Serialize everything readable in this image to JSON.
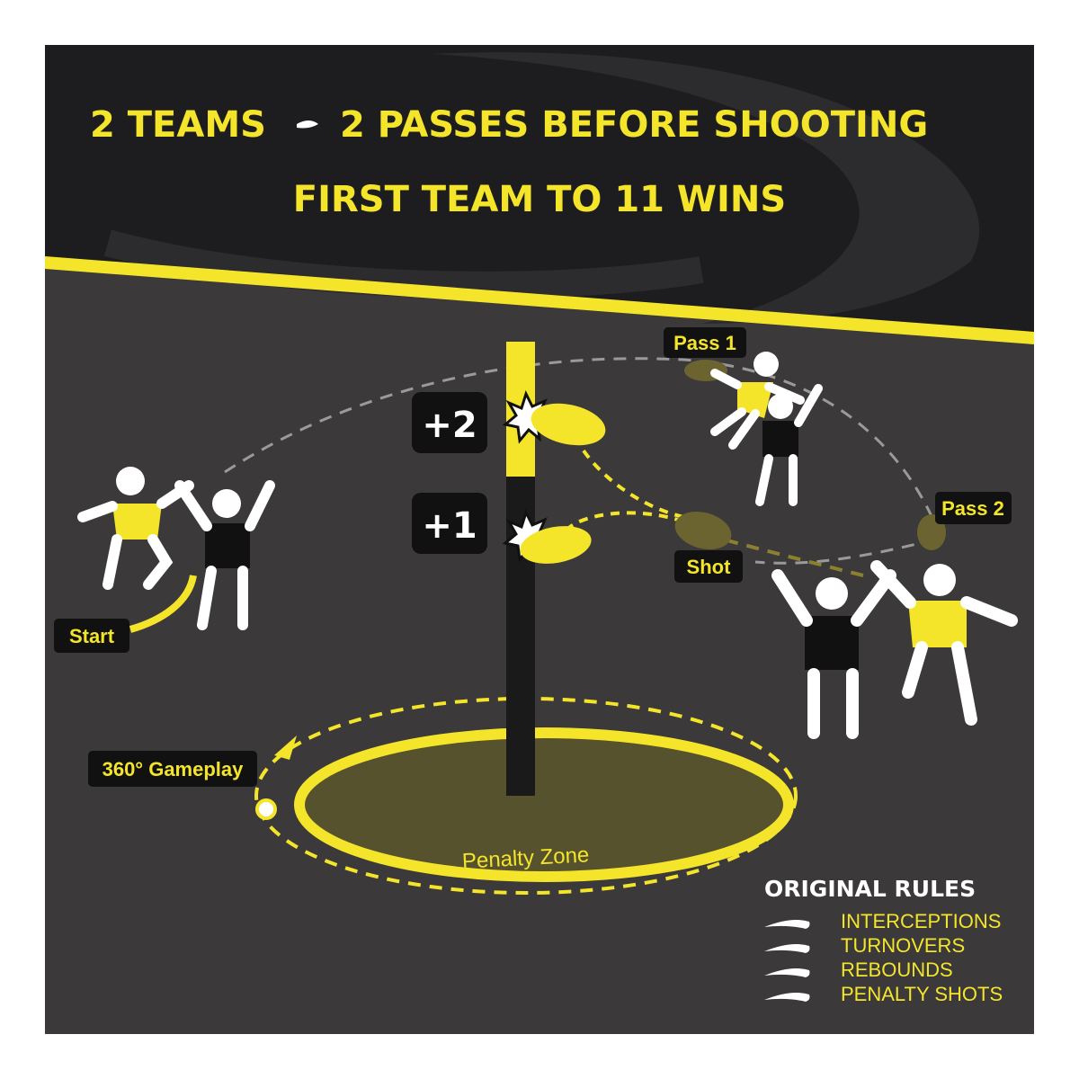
{
  "header": {
    "line1_left": "2 TEAMS",
    "line1_right": "2 PASSES BEFORE SHOOTING",
    "line2": "FIRST TEAM TO 11 WINS"
  },
  "scoring": {
    "top": "+2",
    "bottom": "+1"
  },
  "labels": {
    "pass1": "Pass 1",
    "pass2": "Pass 2",
    "shot": "Shot",
    "start": "Start",
    "gameplay": "360° Gameplay",
    "penalty_zone": "Penalty Zone"
  },
  "rules": {
    "title": "ORIGINAL RULES",
    "items": [
      "INTERCEPTIONS",
      "TURNOVERS",
      "REBOUNDS",
      "PENALTY SHOTS"
    ]
  },
  "colors": {
    "yellow": "#f4e52b",
    "dark": "#1d1d1f",
    "panel": "#3b393a",
    "olive": "#6b6430"
  }
}
